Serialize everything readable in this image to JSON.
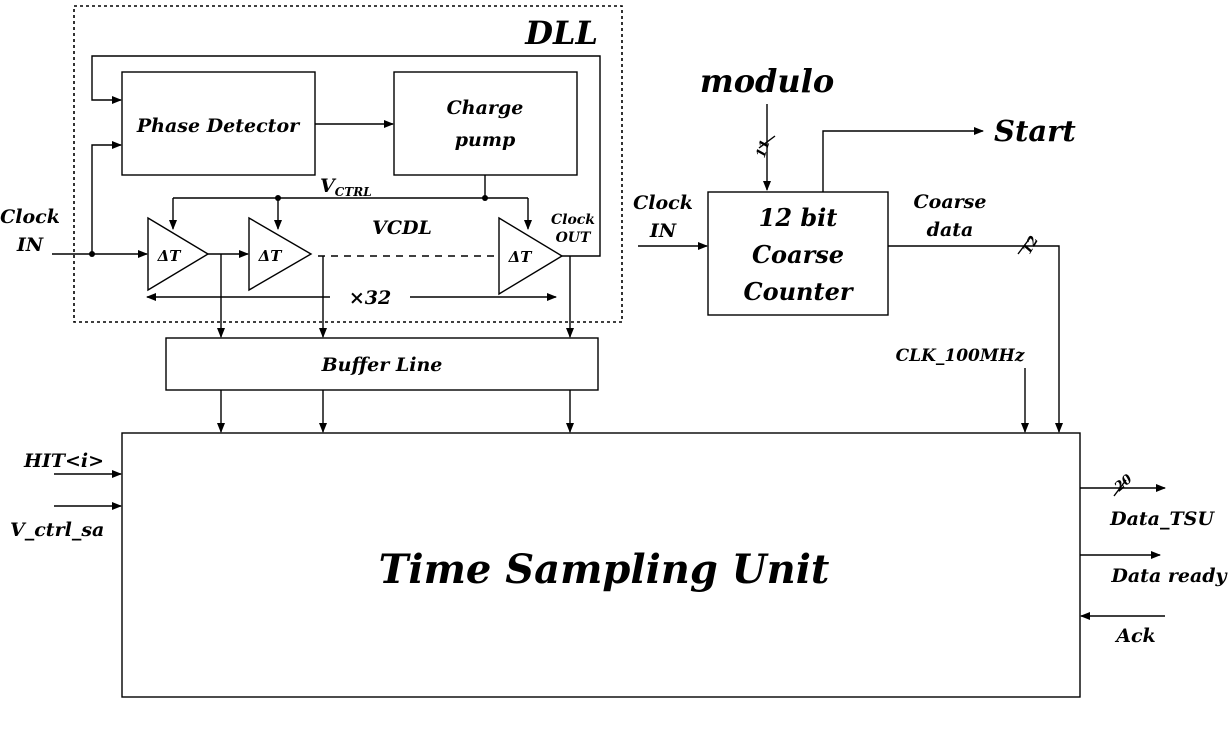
{
  "dll": {
    "title": "DLL",
    "phase_detector": "Phase Detector",
    "charge_pump_line1": "Charge",
    "charge_pump_line2": "pump",
    "vctrl_main": "V",
    "vctrl_sub": "CTRL",
    "vcdl": "VCDL",
    "delay_cell": "ΔT",
    "stage_count": "×32",
    "clock_in_line1": "Clock",
    "clock_in_line2": "IN",
    "clock_out_line1": "Clock",
    "clock_out_line2": "OUT"
  },
  "buffer_line": "Buffer Line",
  "counter": {
    "modulo": "modulo",
    "modulo_width": "11",
    "start": "Start",
    "clock_in_line1": "Clock",
    "clock_in_line2": "IN",
    "line1": "12 bit",
    "line2": "Coarse",
    "line3": "Counter",
    "coarse_data_line1": "Coarse",
    "coarse_data_line2": "data",
    "coarse_width": "12",
    "clk_100mhz": "CLK_100MHz"
  },
  "tsu": {
    "title": "Time Sampling Unit",
    "hit": "HIT<i>",
    "v_ctrl_sa": "V_ctrl_sa",
    "data_width": "20",
    "data_tsu": "Data_TSU",
    "data_ready": "Data ready",
    "ack": "Ack"
  }
}
